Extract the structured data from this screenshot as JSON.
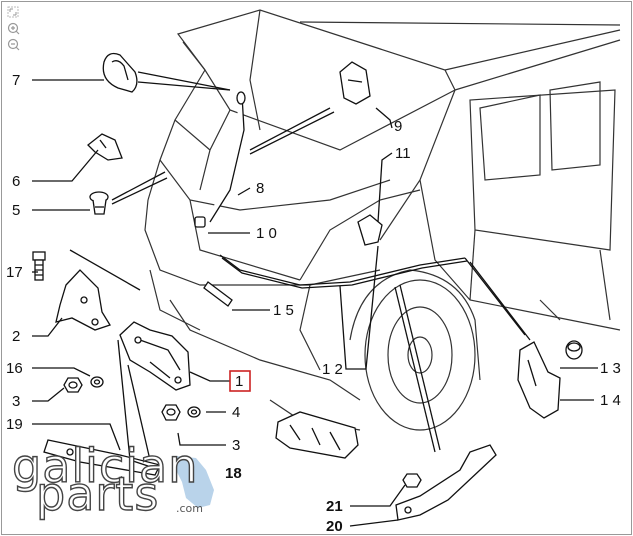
{
  "toolbar": {
    "fit_icon": "fit-to-screen-icon",
    "zoom_in_icon": "zoom-in-icon",
    "zoom_out_icon": "zoom-out-icon"
  },
  "callouts": {
    "c7": "7",
    "c6": "6",
    "c5": "5",
    "c17": "17",
    "c2": "2",
    "c16": "16",
    "c3a": "3",
    "c19": "19",
    "c4": "4",
    "c3b": "3",
    "c18": "18",
    "c1": "1",
    "c8": "8",
    "c9": "9",
    "c11": "11",
    "c10": "1 0",
    "c15": "1 5",
    "c12": "1 2",
    "c13": "1 3",
    "c14": "1 4",
    "c21": "21",
    "c20": "20"
  },
  "watermark": {
    "line1": "galician",
    "line2": "parts",
    "suffix": ".com"
  },
  "colors": {
    "highlight_box": "#cc2222",
    "watermark_map": "#b9d3ea"
  }
}
